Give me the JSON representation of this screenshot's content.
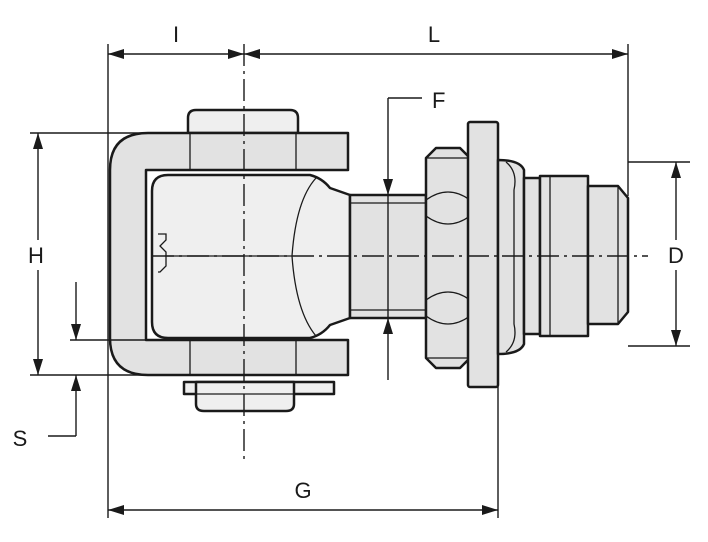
{
  "diagram": {
    "dimension_labels": {
      "I": "I",
      "L": "L",
      "F": "F",
      "H": "H",
      "D": "D",
      "S": "S",
      "G": "G"
    },
    "colors": {
      "line": "#1a1a1a",
      "fill": "#e2e2e2",
      "fill_light": "#efefef",
      "background": "#ffffff"
    }
  }
}
